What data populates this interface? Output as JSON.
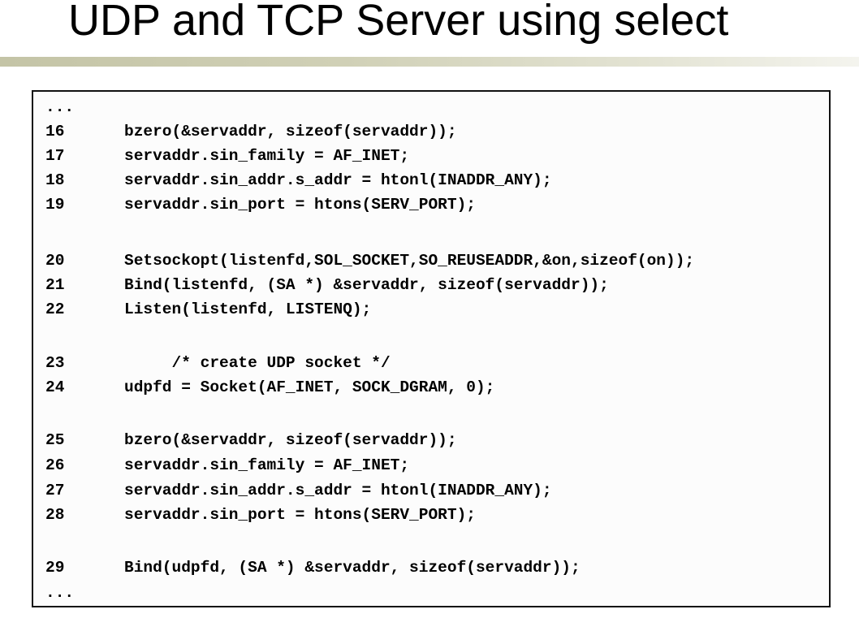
{
  "slide": {
    "title": "UDP and TCP Server using select"
  },
  "code": {
    "lines": [
      {
        "num": "...",
        "text": ""
      },
      {
        "num": "16",
        "text": "bzero(&servaddr, sizeof(servaddr));"
      },
      {
        "num": "17",
        "text": "servaddr.sin_family = AF_INET;"
      },
      {
        "num": "18",
        "text": "servaddr.sin_addr.s_addr = htonl(INADDR_ANY);"
      },
      {
        "num": "19",
        "text": "servaddr.sin_port = htons(SERV_PORT);"
      },
      {
        "num": "20",
        "text": "Setsockopt(listenfd,SOL_SOCKET,SO_REUSEADDR,&on,sizeof(on));"
      },
      {
        "num": "21",
        "text": "Bind(listenfd, (SA *) &servaddr, sizeof(servaddr));"
      },
      {
        "num": "22",
        "text": "Listen(listenfd, LISTENQ);"
      },
      {
        "num": "23",
        "text": "     /* create UDP socket */"
      },
      {
        "num": "24",
        "text": "udpfd = Socket(AF_INET, SOCK_DGRAM, 0);"
      },
      {
        "num": "25",
        "text": "bzero(&servaddr, sizeof(servaddr));"
      },
      {
        "num": "26",
        "text": "servaddr.sin_family = AF_INET;"
      },
      {
        "num": "27",
        "text": "servaddr.sin_addr.s_addr = htonl(INADDR_ANY);"
      },
      {
        "num": "28",
        "text": "servaddr.sin_port = htons(SERV_PORT);"
      },
      {
        "num": "29",
        "text": "Bind(udpfd, (SA *) &servaddr, sizeof(servaddr));"
      },
      {
        "num": "...",
        "text": ""
      }
    ]
  }
}
